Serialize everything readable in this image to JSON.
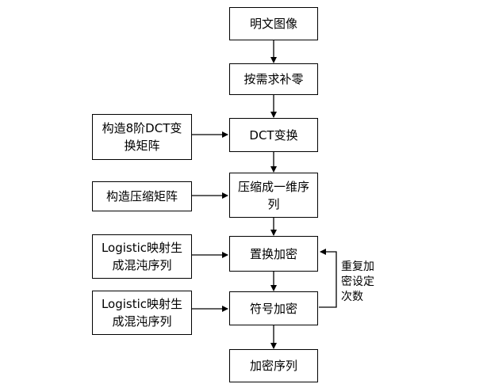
{
  "nodes": {
    "plain_image": "明文图像",
    "zero_pad": "按需求补零",
    "dct_transform": "DCT变换",
    "build_dct_matrix": "构造8阶DCT变换矩阵",
    "build_compress_matrix": "构造压缩矩阵",
    "compress_to_sequence": "压缩成一维序列",
    "logistic_1": "Logistic映射生成混沌序列",
    "permutation": "置换加密",
    "logistic_2": "Logistic映射生成混沌序列",
    "sign_encryption": "符号加密",
    "cipher_sequence": "加密序列"
  },
  "loop_label": "重复加密设定次数"
}
